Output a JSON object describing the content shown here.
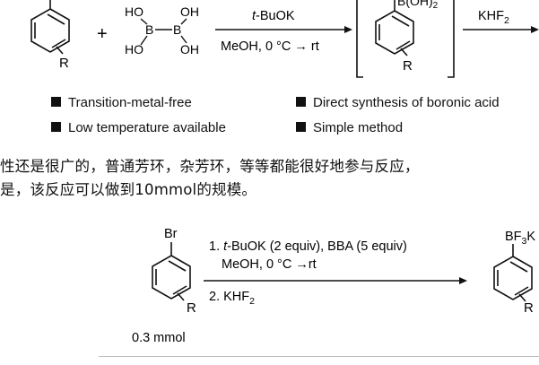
{
  "scheme1": {
    "substituent": "R",
    "reagent_text": {
      "ho1": "HO",
      "oh1": "OH",
      "b1": "B",
      "dash": "–",
      "b2": "B",
      "ho2": "HO",
      "oh2": "OH"
    },
    "plus": "+",
    "arrow1_top": "t-BuOK",
    "arrow1_bottom": "MeOH, 0 °C → rt",
    "intermediate_group_partial": "B(OH)",
    "intermediate_group_sub": "2",
    "intermediate_substituent": "R",
    "arrow2_top": "KHF",
    "arrow2_sub": "2"
  },
  "features": [
    "Transition-metal-free",
    "Direct synthesis of boronic acid",
    "Low temperature available",
    "Simple method"
  ],
  "paragraph": {
    "line1": "性还是很广的，普通芳环，杂芳环，等等都能很好地参与反应，",
    "line2": "是，该反应可以做到10mmol的规模。"
  },
  "scheme2": {
    "start_group": "Br",
    "substituent": "R",
    "step1_prefix": "1. ",
    "step1_italic": "t",
    "step1_rest": "-BuOK (2 equiv), BBA (5 equiv)",
    "step1_line2": "MeOH, 0 °C →rt",
    "step2_main": "2. KHF",
    "step2_sub": "2",
    "product_group": "BF",
    "product_sub": "3",
    "product_cut": "K",
    "product_substituent": "R",
    "scale": "0.3 mmol"
  },
  "colors": {
    "ink": "#111111",
    "background": "#ffffff",
    "rule": "#bfbfbf"
  }
}
